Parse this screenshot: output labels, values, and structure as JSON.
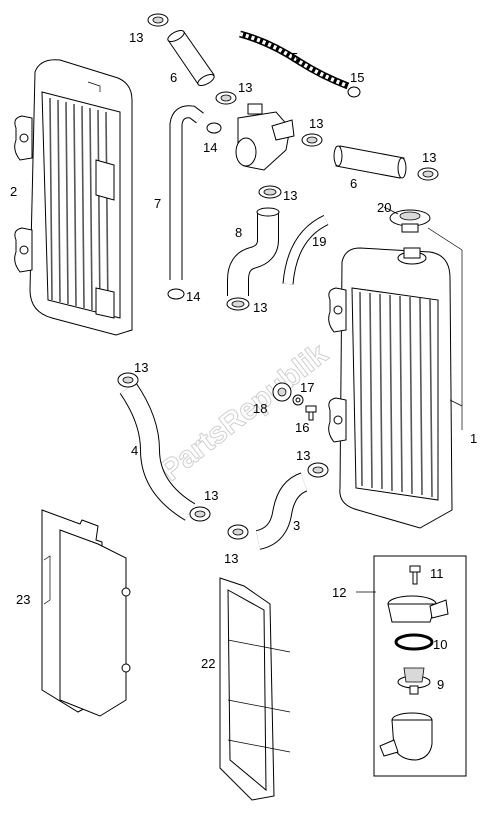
{
  "watermark": "PartsRepublik",
  "callouts": {
    "c1": "1",
    "c2": "2",
    "c3": "3",
    "c4": "4",
    "c5": "5",
    "c6a": "6",
    "c6b": "6",
    "c7": "7",
    "c8": "8",
    "c9": "9",
    "c10": "10",
    "c11": "11",
    "c12": "12",
    "c13a": "13",
    "c13b": "13",
    "c13c": "13",
    "c13d": "13",
    "c13e": "13",
    "c13f": "13",
    "c13g": "13",
    "c13h": "13",
    "c13i": "13",
    "c13j": "13",
    "c14a": "14",
    "c14b": "14",
    "c15": "15",
    "c16": "16",
    "c17": "17",
    "c18": "18",
    "c19": "19",
    "c20": "20",
    "c22": "22",
    "c23": "23"
  }
}
